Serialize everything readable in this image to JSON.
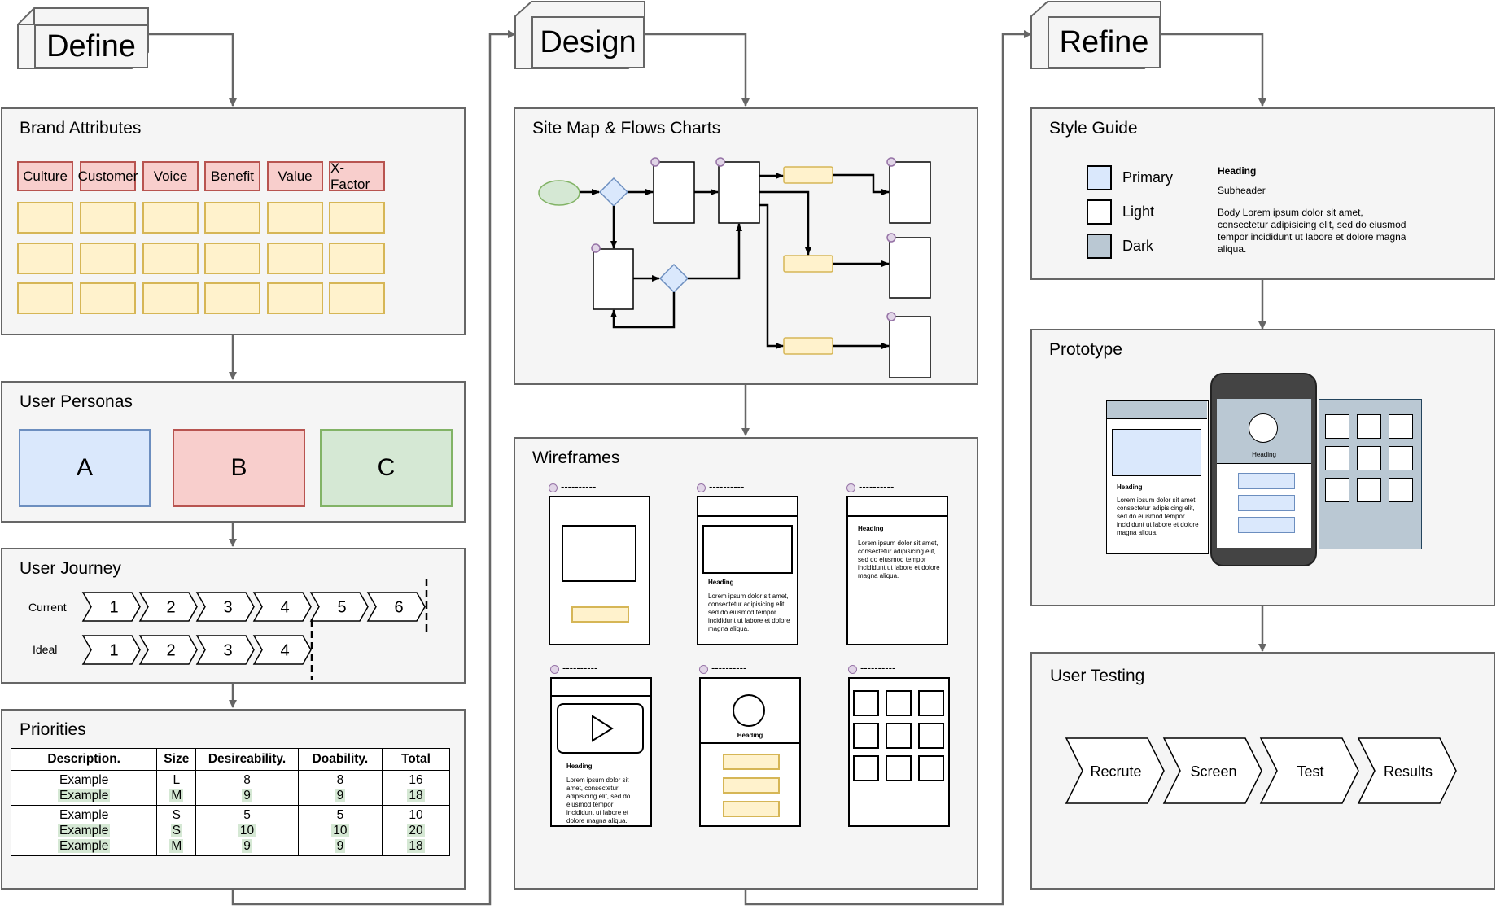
{
  "phases": {
    "define": "Define",
    "design": "Design",
    "refine": "Refine"
  },
  "brand": {
    "title": "Brand Attributes",
    "headers": [
      "Culture",
      "Customer",
      "Voice",
      "Benefit",
      "Value",
      "X-Factor"
    ]
  },
  "personas": {
    "title": "User Personas",
    "items": [
      "A",
      "B",
      "C"
    ]
  },
  "journey": {
    "title": "User Journey",
    "current_label": "Current",
    "ideal_label": "Ideal",
    "current_steps": [
      "1",
      "2",
      "3",
      "4",
      "5",
      "6"
    ],
    "ideal_steps": [
      "1",
      "2",
      "3",
      "4"
    ]
  },
  "priorities": {
    "title": "Priorities",
    "columns": [
      "Description.",
      "Size",
      "Desireability.",
      "Doability.",
      "Total"
    ],
    "group1": {
      "desc": [
        "Example",
        "Example"
      ],
      "size": [
        "L",
        "M"
      ],
      "desire": [
        "8",
        "9"
      ],
      "doab": [
        "8",
        "9"
      ],
      "total": [
        "16",
        "18"
      ]
    },
    "group2": {
      "desc": [
        "Example",
        "Example",
        "Example"
      ],
      "size": [
        "S",
        "S",
        "M"
      ],
      "desire": [
        "5",
        "10",
        "9"
      ],
      "doab": [
        "5",
        "10",
        "9"
      ],
      "total": [
        "10",
        "20",
        "18"
      ]
    }
  },
  "sitemap": {
    "title": "Site Map & Flows Charts"
  },
  "wireframes": {
    "title": "Wireframes",
    "dash": "----------",
    "heading": "Heading",
    "lorem": "Lorem ipsum dolor sit amet, consectetur adipisicing elit, sed do eiusmod tempor incididunt ut labore et dolore magna aliqua."
  },
  "style_guide": {
    "title": "Style Guide",
    "swatches": [
      "Primary",
      "Light",
      "Dark"
    ],
    "heading": "Heading",
    "subheader": "Subheader",
    "body": "Body Lorem ipsum dolor sit amet, consectetur adipisicing elit, sed do eiusmod tempor incididunt ut labore et dolore magna aliqua."
  },
  "prototype": {
    "title": "Prototype",
    "heading": "Heading",
    "lorem": "Lorem ipsum dolor sit amet, consectetur adipisicing elit, sed do eiusmod tempor incididunt ut labore et dolore magna aliqua."
  },
  "testing": {
    "title": "User Testing",
    "steps": [
      "Recrute",
      "Screen",
      "Test",
      "Results"
    ]
  },
  "colors": {
    "panel_fill": "#f5f5f5",
    "panel_stroke": "#666666",
    "red_fill": "#f8cecc",
    "red_stroke": "#b85450",
    "yellow_fill": "#fff2cc",
    "yellow_stroke": "#d6b656",
    "blue_fill": "#dae8fc",
    "blue_stroke": "#6c8ebf",
    "green_fill": "#d5e8d4",
    "green_stroke": "#82b366",
    "purple_fill": "#e1d5e7",
    "purple_stroke": "#9673a6",
    "dark_fill": "#bac8d3"
  }
}
